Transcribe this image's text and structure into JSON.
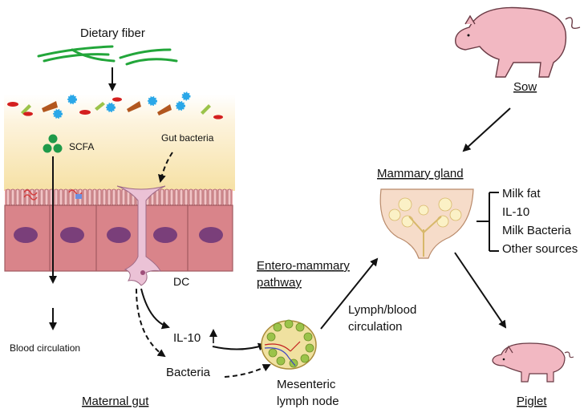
{
  "labels": {
    "dietary_fiber": "Dietary fiber",
    "scfa": "SCFA",
    "gut_bacteria": "Gut bacteria",
    "dc": "DC",
    "blood_circulation": "Blood circulation",
    "il10": "IL-10",
    "bacteria": "Bacteria",
    "maternal_gut": "Maternal gut",
    "entero_line1": "Entero-mammary",
    "entero_line2": "pathway",
    "mesenteric_line1": "Mesenteric",
    "mesenteric_line2": "lymph node",
    "lymph_line1": "Lymph/blood",
    "lymph_line2": "circulation",
    "sow": "Sow",
    "mammary_gland": "Mammary gland",
    "piglet": "Piglet"
  },
  "mammary_outputs": [
    "Milk fat",
    "IL-10",
    "Milk Bacteria",
    "Other sources"
  ],
  "colors": {
    "fiber_green": "#22a63a",
    "scfa_green": "#1f9a4a",
    "gut_gradient_top": "#fdf6e6",
    "gut_gradient_bottom": "#f6e3a8",
    "cell_fill": "#d9848a",
    "cell_border": "#a15a60",
    "nucleus": "#7a3f7a",
    "pig_pink": "#f2b8c2",
    "gland_fill": "#f6dcc9"
  }
}
